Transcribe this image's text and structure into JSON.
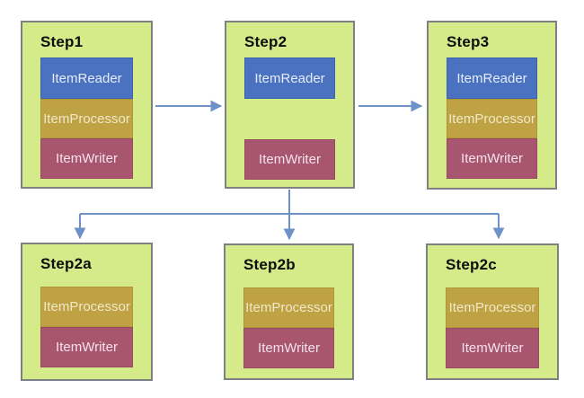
{
  "diagram": {
    "steps": {
      "step1": {
        "title": "Step1",
        "reader": "ItemReader",
        "processor": "ItemProcessor",
        "writer": "ItemWriter"
      },
      "step2": {
        "title": "Step2",
        "reader": "ItemReader",
        "writer": "ItemWriter"
      },
      "step3": {
        "title": "Step3",
        "reader": "ItemReader",
        "processor": "ItemProcessor",
        "writer": "ItemWriter"
      },
      "step2a": {
        "title": "Step2a",
        "processor": "ItemProcessor",
        "writer": "ItemWriter"
      },
      "step2b": {
        "title": "Step2b",
        "processor": "ItemProcessor",
        "writer": "ItemWriter"
      },
      "step2c": {
        "title": "Step2c",
        "processor": "ItemProcessor",
        "writer": "ItemWriter"
      }
    },
    "connections": [
      {
        "from": "Step1",
        "to": "Step2"
      },
      {
        "from": "Step2",
        "to": "Step3"
      },
      {
        "from": "Step2",
        "to": "Step2a"
      },
      {
        "from": "Step2",
        "to": "Step2b"
      },
      {
        "from": "Step2",
        "to": "Step2c"
      }
    ],
    "colors": {
      "node_fill": "#d5eb89",
      "node_border": "#7e8083",
      "reader_fill": "#4a72c0",
      "processor_fill": "#bfa243",
      "writer_fill": "#a85670",
      "arrow": "#6e91c8",
      "title_text": "#0d0d0d"
    }
  }
}
